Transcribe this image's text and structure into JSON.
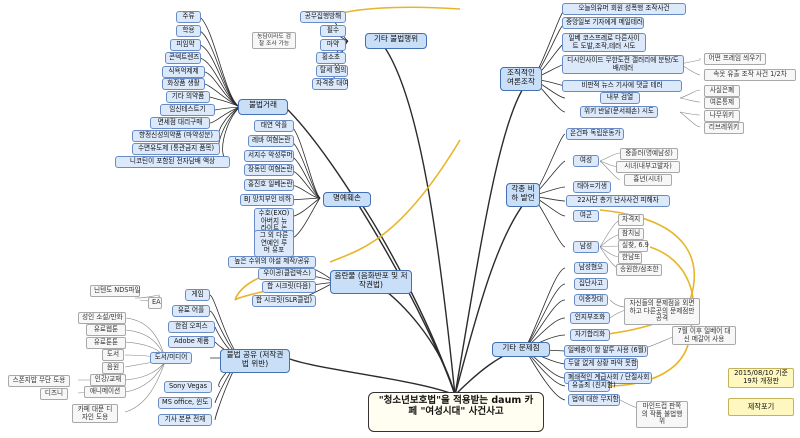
{
  "center": {
    "title": "\"청소년보호법\"을 적용받는 daum 카페 \"여성시대\" 사건사고"
  },
  "hubs": {
    "illegal_trade": "불법거래",
    "other_illegal": "기타 불법행위",
    "defamation": "명예훼손",
    "copyright": "음란물 (음화반포 및 저작권법)",
    "illegal_share": "불법 공유 (저작권법 위반)",
    "opinion": "조직적인 여론조작",
    "hate_speech": "각종 비하 발언",
    "other_issue": "기타 문제점"
  },
  "illegal_trade_items": [
    "주류",
    "학용",
    "피임약",
    "콘텍트렌즈",
    "식욕억제제",
    "화장품 생활",
    "기타 의약품",
    "임신테스트기",
    "면세점 대리구매",
    "향정신성의약품 (마약성분)",
    "수면유도제 (통관금지 품목)",
    "니코틴이 포함된 전자담배 액상"
  ],
  "other_illegal_items": [
    "공무집행방해",
    "필수",
    "마약",
    "횡소초",
    "탈세 혐의",
    "자격증 대여"
  ],
  "other_illegal_note": "농담이라도 검찰 조사 가능",
  "defamation_items": [
    "태연 악플",
    "레바 여혐논란",
    "서지수 악성루머",
    "장동민 여혐논란",
    "홍진호 일베논란",
    "BJ 망치부인 비하",
    "수호(EXO) 아버지 뉴라이트 논란",
    "그 외 다른 연예인 루머 유포"
  ],
  "copyright_items": [
    "높은 수위의 야설 제작/공유",
    "우이공(클럽박스)",
    "합 시크릿(다음)",
    "합 시크릿(SLR클럽)"
  ],
  "share_top": [
    "게임",
    "유료 어플",
    "한컴 오피스",
    "Adobe 제품",
    "도서/미디어"
  ],
  "share_game_notes": [
    "닌텐도 NDS파일",
    "EA"
  ],
  "share_media_notes": [
    "성인 소설/만화",
    "유료웹툰",
    "유료툰툰",
    "도서",
    "음원",
    "인강/교재",
    "애니메이션",
    "카페 대문 디자인 도용"
  ],
  "share_media_sub": [
    "스폰지밥 무단 도용",
    "디즈니"
  ],
  "share_bottom": [
    "Sony Vegas",
    "MS office, 윈도",
    "기사 본문 전재"
  ],
  "opinion_items": [
    "오늘의유머 회원 성폭행 조작사건",
    "중앙일보 기자에게 메일테러",
    "일베 코스프레로 다른사이트 도발,조작,테러 시도",
    "디시인사이드 무한도전 갤러리에 분탕/도배/테러",
    "비판적 뉴스 기사에 댓글 테러",
    "내부 검열",
    "위키 반달(문서훼손) 시도"
  ],
  "opinion_notes": [
    "어떤 프레임 씌우기",
    "속옷 유출 조작 사건 1/2차",
    "사실은폐",
    "여론통제",
    "나무위키",
    "리브레위키"
  ],
  "hate_items": [
    "온건파 독립운동가",
    "여성",
    "태아=기생",
    "22사단 총기 난사사건 피해자",
    "여군",
    "남성"
  ],
  "hate_female_notes": [
    "중졸러(명예남성)",
    "시녀(내부고발자)",
    "흉년(시녀)"
  ],
  "hate_male_notes": [
    "자격지",
    "참치님",
    "실찾, 6.9",
    "한남또",
    "송원한/삼조한"
  ],
  "issue_items": [
    "남성혐오",
    "집단사고",
    "이중잣대",
    "인지부조화",
    "자기합리화",
    "일베충이 할 말투 사용 (6월)",
    "두말 없게 상황 파악 못함",
    "폐쇄적인 계급사회 / 단절사회",
    "유출죄 (친지함)",
    "법에 대한 무지함"
  ],
  "issue_notes": [
    "자신들의 문제점을 외면하고 다른곳의 문제점만 공격",
    "7월 이후 일베어 대신 메갈어 사용",
    "마인드컵 판쪽의 작품 불법행위"
  ],
  "date_note": "2015/08/10 기준 19차 개정판",
  "stamp": "제작포기"
}
